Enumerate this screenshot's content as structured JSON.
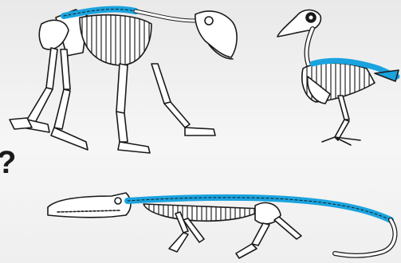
{
  "question_mark": "?",
  "colors": {
    "background": "#f2f2f2",
    "bone_outline": "#1a1a1a",
    "bone_fill": "#ffffff",
    "spine_highlight": "#1aa3df"
  },
  "figures": [
    {
      "name": "mammal-skeleton",
      "icon": "quadruped-mammal-skeleton-icon"
    },
    {
      "name": "bird-skeleton",
      "icon": "duck-skeleton-icon"
    },
    {
      "name": "crocodile-skeleton",
      "icon": "crocodile-skeleton-icon"
    }
  ]
}
